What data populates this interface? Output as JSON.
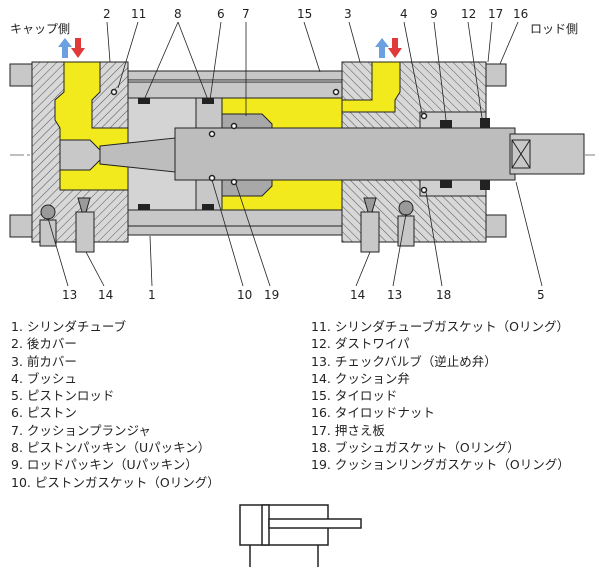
{
  "side_labels": {
    "cap": "キャップ側",
    "rod": "ロッド側"
  },
  "callouts_top": [
    "2",
    "11",
    "8",
    "6",
    "7",
    "15",
    "3",
    "4",
    "9",
    "12",
    "17",
    "16"
  ],
  "callouts_bottom": [
    "13",
    "14",
    "1",
    "10",
    "19",
    "14",
    "13",
    "18",
    "5"
  ],
  "legend_left": [
    "1. シリンダチューブ",
    "2. 後カバー",
    "3. 前カバー",
    "4. ブッシュ",
    "5. ピストンロッド",
    "6. ピストン",
    "7. クッションプランジャ",
    "8. ピストンパッキン（Uパッキン）",
    "9. ロッドパッキン（Uパッキン）",
    "10. ピストンガスケット（Oリング）"
  ],
  "legend_right": [
    "11. シリンダチューブガスケット（Oリング）",
    "12. ダストワイパ",
    "13. チェックバルブ（逆止め弁）",
    "14. クッション弁",
    "15. タイロッド",
    "16. タイロッドナット",
    "17. 押さえ板",
    "18. ブッシュガスケット（Oリング）",
    "19. クッションリングガスケット（Oリング）"
  ],
  "colors": {
    "oil": "#f2ea1c",
    "steel": "#c8c8c8",
    "outline": "#222222",
    "arrow_in": "#6aa0e0",
    "arrow_out": "#e03a3a"
  }
}
